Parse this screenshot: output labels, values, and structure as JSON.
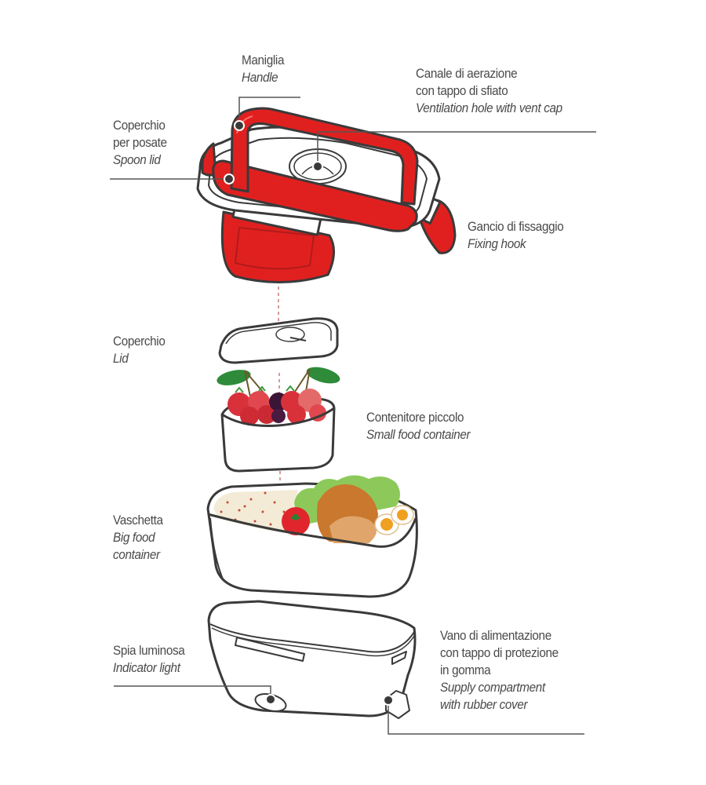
{
  "diagram": {
    "title": "Electric lunch box exploded view",
    "colors": {
      "accent_red": "#e0201f",
      "dark_red": "#a8141a",
      "outline": "#3a3a3a",
      "text": "#4a4a4a",
      "leader_line": "#555555",
      "leaf_green": "#2e8b3a",
      "strawberry": "#d9313a"
    },
    "labels": {
      "handle": {
        "it": "Maniglia",
        "en": "Handle"
      },
      "spoon_lid": {
        "it_line1": "Coperchio",
        "it_line2": "per posate",
        "en": "Spoon lid"
      },
      "vent": {
        "it_line1": "Canale di aerazione",
        "it_line2": "con tappo di sfiato",
        "en": "Ventilation hole with vent cap"
      },
      "fixing_hook": {
        "it": "Gancio di fissaggio",
        "en": "Fixing hook"
      },
      "lid": {
        "it": "Coperchio",
        "en": "Lid"
      },
      "small_container": {
        "it": "Contenitore piccolo",
        "en": "Small food container"
      },
      "big_container": {
        "it": "Vaschetta",
        "en_line1": "Big food",
        "en_line2": "container"
      },
      "indicator_light": {
        "it": "Spia luminosa",
        "en": "Indicator light"
      },
      "supply_compartment": {
        "it_line1": "Vano di alimentazione",
        "it_line2": "con tappo di protezione",
        "it_line3": "in gomma",
        "en_line1": "Supply compartment",
        "en_line2": "with rubber cover"
      }
    }
  }
}
